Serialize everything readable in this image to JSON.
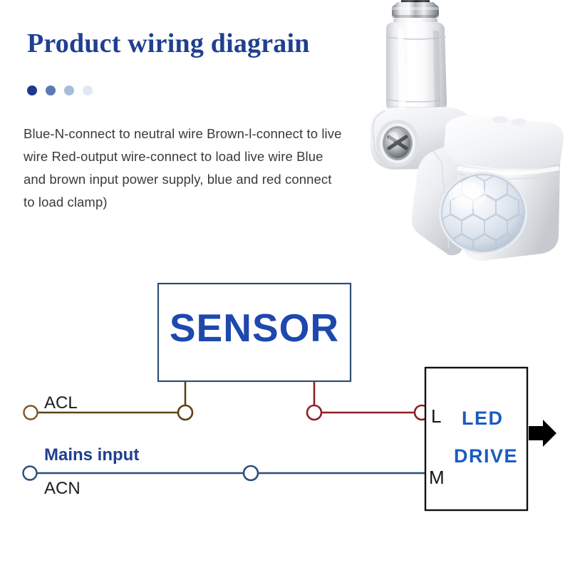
{
  "header": {
    "title": "Product wiring diagrain",
    "dots": [
      {
        "name": "dot-1",
        "color": "#1b3a8c"
      },
      {
        "name": "dot-2",
        "color": "#5b7ab5"
      },
      {
        "name": "dot-3",
        "color": "#a8bcdc"
      },
      {
        "name": "dot-4",
        "color": "#e2e8f3"
      }
    ]
  },
  "description": {
    "text": "Blue-N-connect to neutral wire Brown-l-connect to live wire Red-output wire-connect to load live wire Blue and brown input power supply, blue and red connect to load clamp)"
  },
  "product_photo": {
    "name": "pir-motion-sensor-photo",
    "alt": "White PIR motion sensor with dome lens and mounting post"
  },
  "diagram": {
    "sensor_box_label": "SENSOR",
    "driver_box": {
      "line1": "LED",
      "line2": "DRIVE",
      "terminal_top": "L",
      "terminal_bottom": "M"
    },
    "terminals": {
      "acl": "ACL",
      "acn": "ACN",
      "mains_input": "Mains input"
    },
    "colors": {
      "sensor_border": "#2e4f72",
      "sensor_text": "#1e48ad",
      "brown_wire": "#5c4316",
      "red_wire": "#8d1f28",
      "blue_wire": "#2a4f7c",
      "driver_border": "#101010",
      "driver_text": "#1a5bbf",
      "arrow": "#000000"
    }
  }
}
